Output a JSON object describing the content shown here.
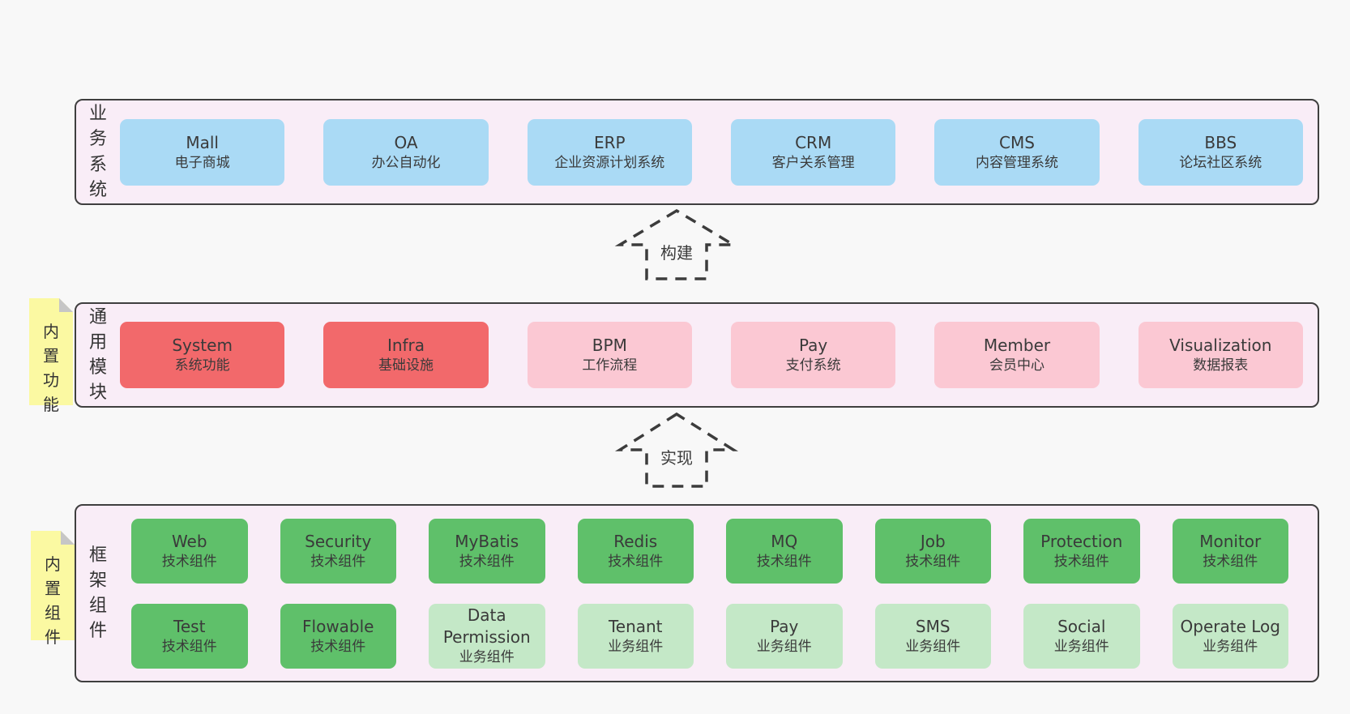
{
  "colors": {
    "page_bg": "#f8f8f8",
    "panel_bg": "#f9edf7",
    "panel_border": "#3f3f3f",
    "blue": "#aadaf5",
    "red": "#f2696b",
    "pink": "#fbc8d3",
    "green_dark": "#5fc06a",
    "green_light": "#c4e8c7",
    "note_bg": "#fbf9a2",
    "note_fold": "#c6c6c6",
    "text": "#3a3a3a"
  },
  "panels": {
    "business": {
      "label": "业务系统",
      "items": [
        {
          "title": "Mall",
          "subtitle": "电子商城",
          "variant": "blue"
        },
        {
          "title": "OA",
          "subtitle": "办公自动化",
          "variant": "blue"
        },
        {
          "title": "ERP",
          "subtitle": "企业资源计划系统",
          "variant": "blue"
        },
        {
          "title": "CRM",
          "subtitle": "客户关系管理",
          "variant": "blue"
        },
        {
          "title": "CMS",
          "subtitle": "内容管理系统",
          "variant": "blue"
        },
        {
          "title": "BBS",
          "subtitle": "论坛社区系统",
          "variant": "blue"
        }
      ]
    },
    "modules": {
      "label": "通用模块",
      "note": "内置功能",
      "items": [
        {
          "title": "System",
          "subtitle": "系统功能",
          "variant": "red"
        },
        {
          "title": "Infra",
          "subtitle": "基础设施",
          "variant": "red"
        },
        {
          "title": "BPM",
          "subtitle": "工作流程",
          "variant": "pink"
        },
        {
          "title": "Pay",
          "subtitle": "支付系统",
          "variant": "pink"
        },
        {
          "title": "Member",
          "subtitle": "会员中心",
          "variant": "pink"
        },
        {
          "title": "Visualization",
          "subtitle": "数据报表",
          "variant": "pink"
        }
      ]
    },
    "components": {
      "label": "框架组件",
      "note": "内置组件",
      "rows": [
        [
          {
            "title": "Web",
            "subtitle": "技术组件",
            "variant": "green-dark"
          },
          {
            "title": "Security",
            "subtitle": "技术组件",
            "variant": "green-dark"
          },
          {
            "title": "MyBatis",
            "subtitle": "技术组件",
            "variant": "green-dark"
          },
          {
            "title": "Redis",
            "subtitle": "技术组件",
            "variant": "green-dark"
          },
          {
            "title": "MQ",
            "subtitle": "技术组件",
            "variant": "green-dark"
          },
          {
            "title": "Job",
            "subtitle": "技术组件",
            "variant": "green-dark"
          },
          {
            "title": "Protection",
            "subtitle": "技术组件",
            "variant": "green-dark"
          },
          {
            "title": "Monitor",
            "subtitle": "技术组件",
            "variant": "green-dark"
          }
        ],
        [
          {
            "title": "Test",
            "subtitle": "技术组件",
            "variant": "green-dark"
          },
          {
            "title": "Flowable",
            "subtitle": "技术组件",
            "variant": "green-dark"
          },
          {
            "title": "Data Permission",
            "subtitle": "业务组件",
            "variant": "green-light"
          },
          {
            "title": "Tenant",
            "subtitle": "业务组件",
            "variant": "green-light"
          },
          {
            "title": "Pay",
            "subtitle": "业务组件",
            "variant": "green-light"
          },
          {
            "title": "SMS",
            "subtitle": "业务组件",
            "variant": "green-light"
          },
          {
            "title": "Social",
            "subtitle": "业务组件",
            "variant": "green-light"
          },
          {
            "title": "Operate Log",
            "subtitle": "业务组件",
            "variant": "green-light"
          }
        ]
      ]
    }
  },
  "arrows": [
    {
      "label": "构建"
    },
    {
      "label": "实现"
    }
  ]
}
